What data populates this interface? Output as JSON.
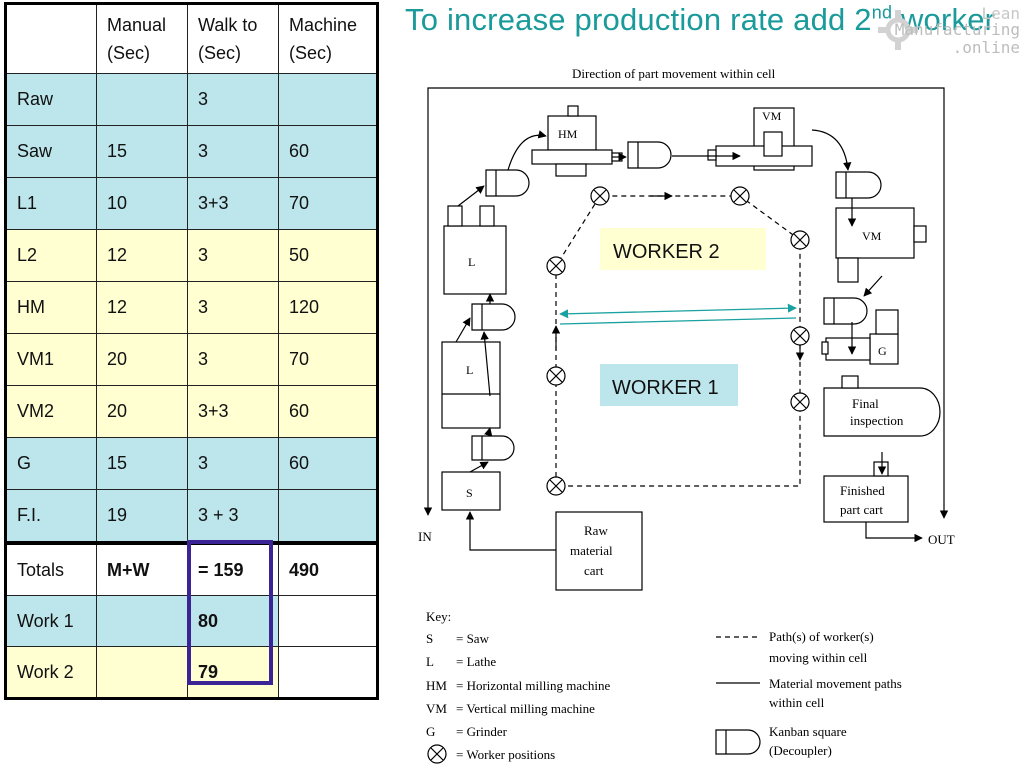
{
  "table": {
    "headers": [
      "",
      "Manual\n(Sec)",
      "Walk to\n(Sec)",
      "Machine\n(Sec)"
    ],
    "rows": [
      {
        "name": "Raw",
        "manual": "",
        "walk": "3",
        "machine": ""
      },
      {
        "name": "Saw",
        "manual": "15",
        "walk": "3",
        "machine": "60"
      },
      {
        "name": "L1",
        "manual": "10",
        "walk": "3+3",
        "machine": "70"
      },
      {
        "name": "L2",
        "manual": "12",
        "walk": "3",
        "machine": "50"
      },
      {
        "name": "HM",
        "manual": "12",
        "walk": "3",
        "machine": "120"
      },
      {
        "name": "VM1",
        "manual": "20",
        "walk": "3",
        "machine": "70"
      },
      {
        "name": "VM2",
        "manual": "20",
        "walk": "3+3",
        "machine": "60"
      },
      {
        "name": "G",
        "manual": "15",
        "walk": "3",
        "machine": "60"
      },
      {
        "name": "F.I.",
        "manual": "19",
        "walk": "3 + 3",
        "machine": ""
      }
    ],
    "totals": {
      "name": "Totals",
      "manual": "M+W",
      "walk": "= 159",
      "machine": "490"
    },
    "work1": {
      "name": "Work 1",
      "manual": "",
      "walk": "80",
      "machine": ""
    },
    "work2": {
      "name": "Work 2",
      "manual": "",
      "walk": "79",
      "machine": ""
    }
  },
  "colors": {
    "teal": "#bde6ec",
    "yellow": "#ffffd2",
    "title": "#1a9a9a",
    "highlight": "#3a2496",
    "alert": "#e00000"
  },
  "title": {
    "main": "To increase production rate add 2",
    "sup": "nd",
    "tail": " worker"
  },
  "watermark": {
    "line1": "Lean",
    "line2": "Manufacturing",
    "line3": ".online"
  },
  "diagram": {
    "direction_label": "Direction of part movement within cell",
    "in_label": "IN",
    "out_label": "OUT",
    "worker2_label": "WORKER 2",
    "worker1_label": "WORKER 1",
    "machines": {
      "hm": "HM",
      "vm_top": "VM",
      "vm_right": "VM",
      "g": "G",
      "final1": "Final",
      "final2": "inspection",
      "cart1": "Finished",
      "cart2": "part cart",
      "raw1": "Raw",
      "raw2": "material",
      "raw3": "cart",
      "s": "S",
      "l_upper": "L",
      "l_lower": "L"
    },
    "key": {
      "title": "Key:",
      "items": [
        {
          "code": "S",
          "desc": "= Saw"
        },
        {
          "code": "L",
          "desc": "= Lathe"
        },
        {
          "code": "HM",
          "desc": "= Horizontal milling machine"
        },
        {
          "code": "VM",
          "desc": "= Vertical milling machine"
        },
        {
          "code": "G",
          "desc": "= Grinder"
        },
        {
          "code": "",
          "desc": "= Worker positions"
        }
      ],
      "path_desc1": "Path(s) of worker(s)",
      "path_desc2": "moving within cell",
      "material_desc1": "Material movement paths",
      "material_desc2": "within cell",
      "kanban_desc1": "Kanban square",
      "kanban_desc2": "(Decoupler)"
    }
  }
}
